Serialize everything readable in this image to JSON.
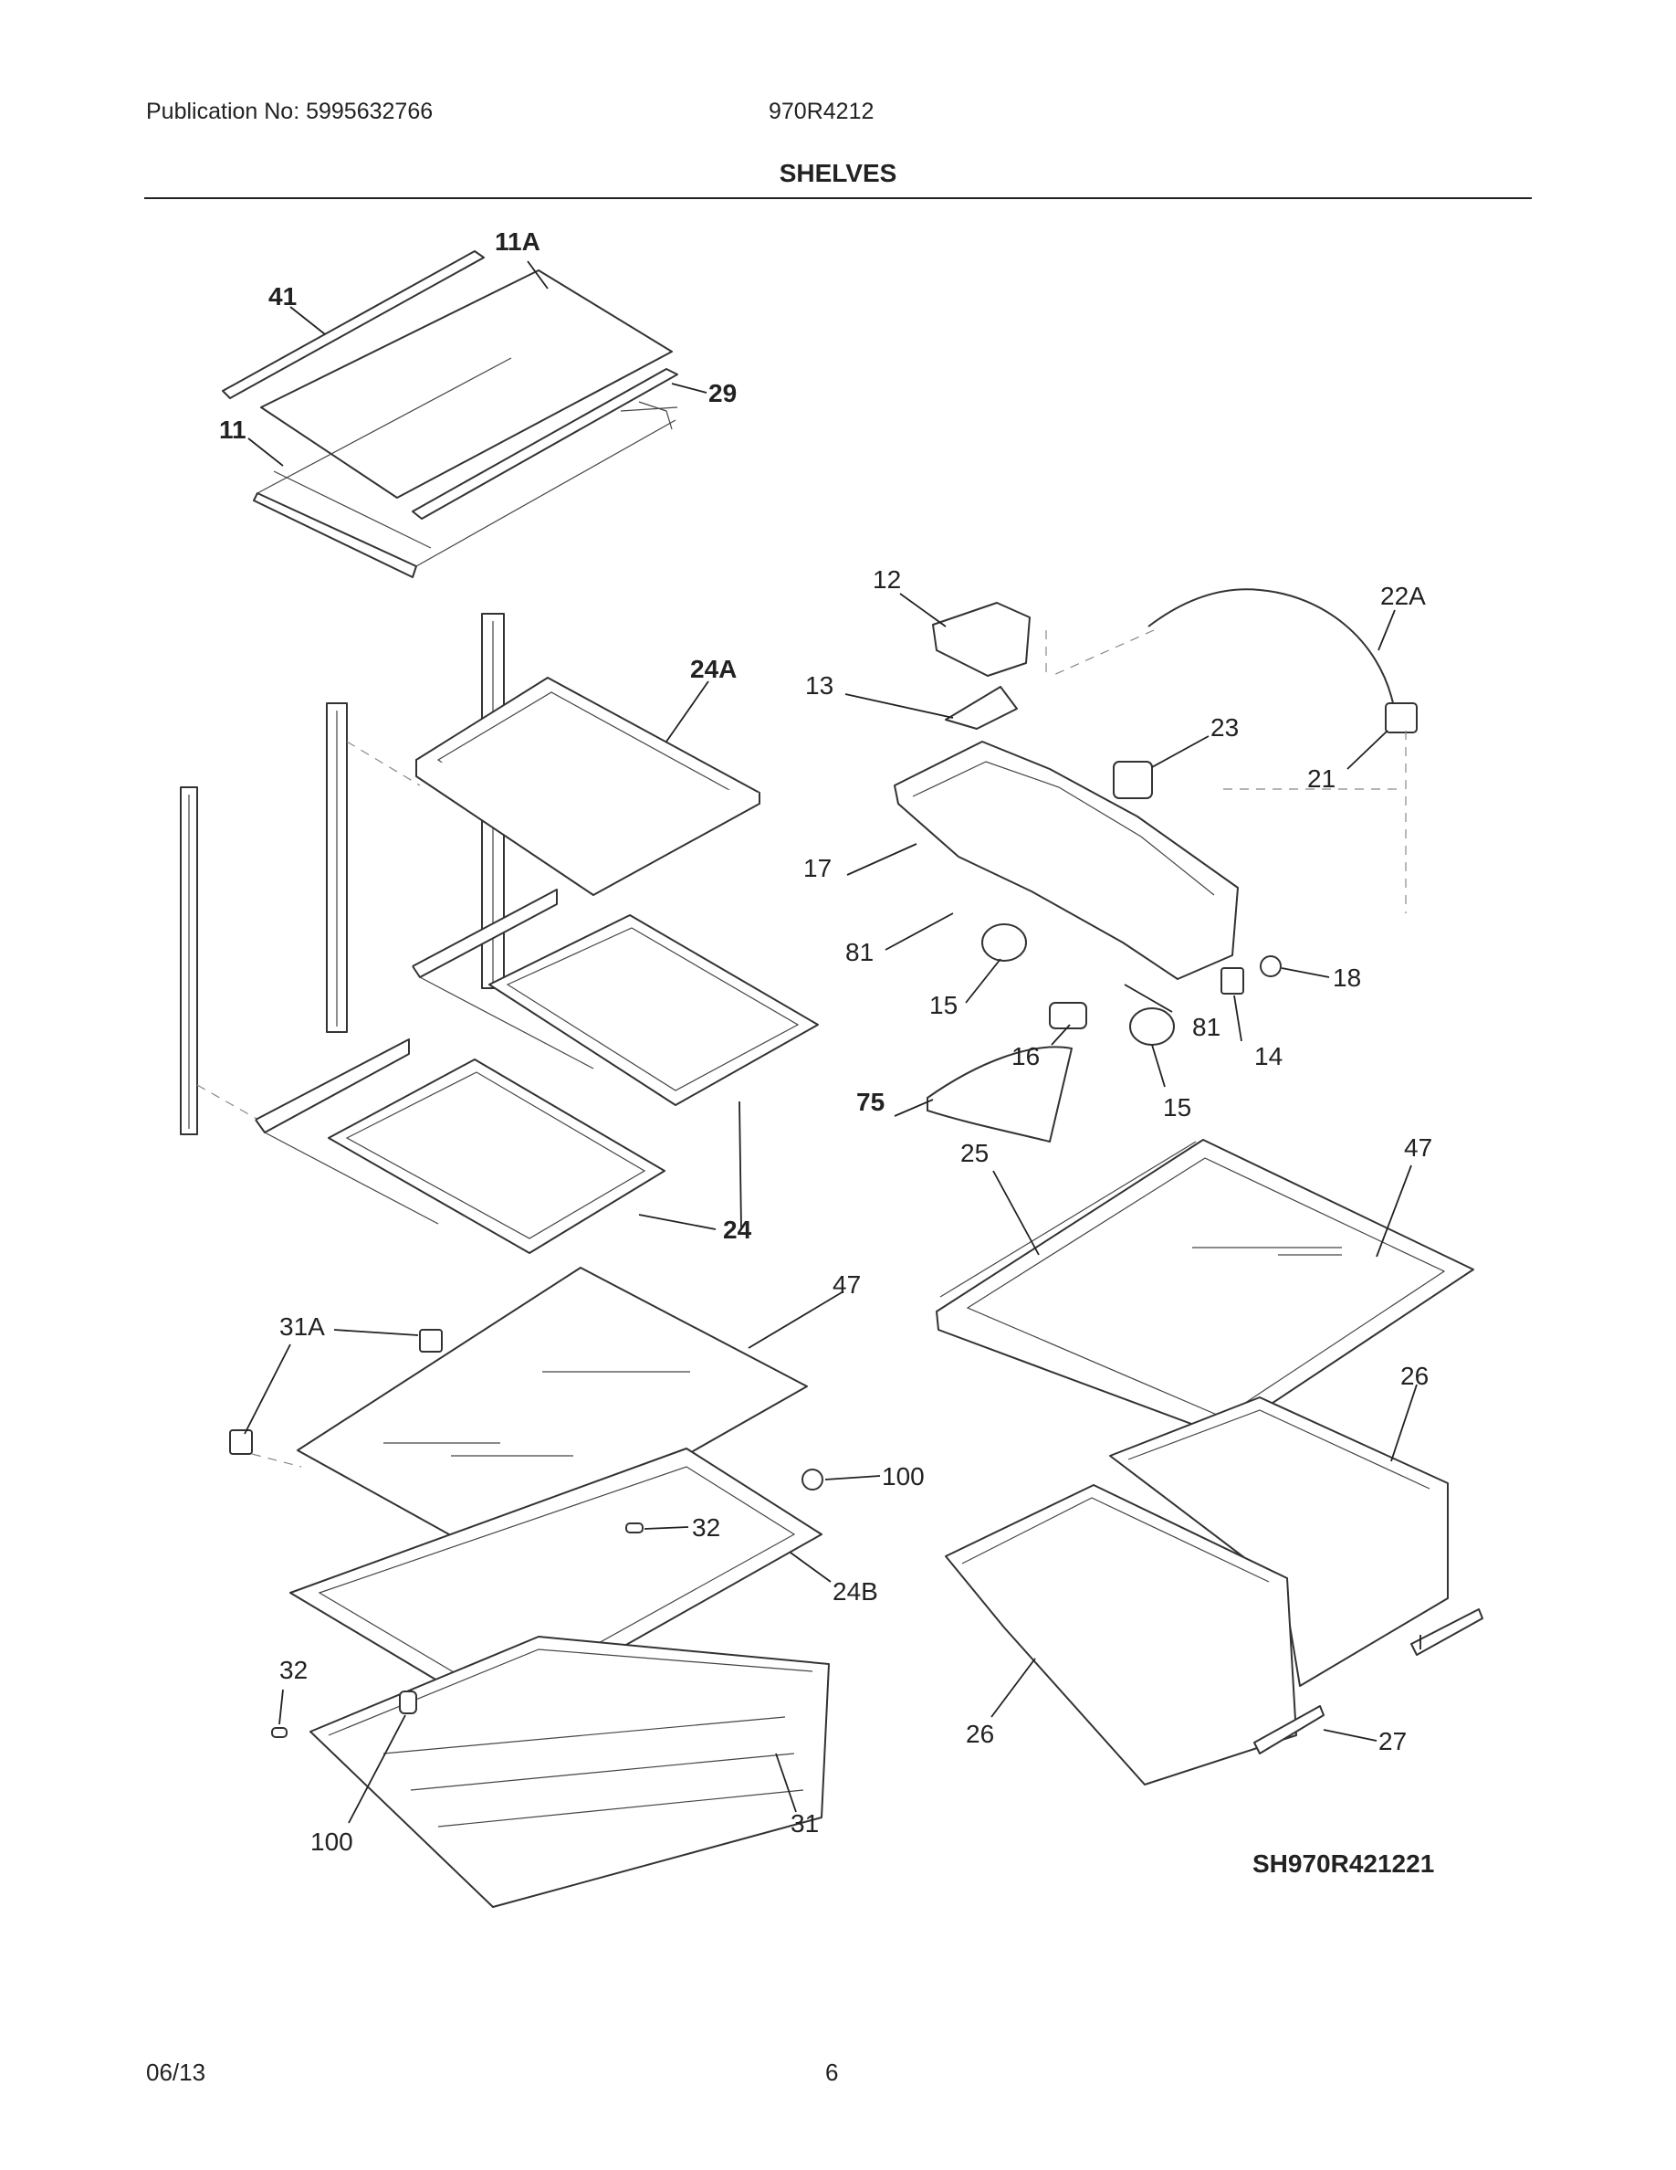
{
  "header": {
    "publication": "Publication No: 5995632766",
    "model": "970R4212",
    "title": "SHELVES"
  },
  "footer": {
    "date": "06/13",
    "page": "6"
  },
  "diagram_code": "SH970R421221",
  "callouts": {
    "c11A": "11A",
    "c41": "41",
    "c29": "29",
    "c11": "11",
    "c24A": "24A",
    "c24": "24",
    "c12": "12",
    "c13": "13",
    "c22A": "22A",
    "c23": "23",
    "c21": "21",
    "c17": "17",
    "c81a": "81",
    "c81b": "81",
    "c18": "18",
    "c15a": "15",
    "c15b": "15",
    "c16": "16",
    "c14": "14",
    "c75": "75",
    "c25": "25",
    "c47a": "47",
    "c47b": "47",
    "c31A": "31A",
    "c100a": "100",
    "c100b": "100",
    "c32a": "32",
    "c32b": "32",
    "c24B": "24B",
    "c31": "31",
    "c26a": "26",
    "c26b": "26",
    "c27": "27"
  }
}
